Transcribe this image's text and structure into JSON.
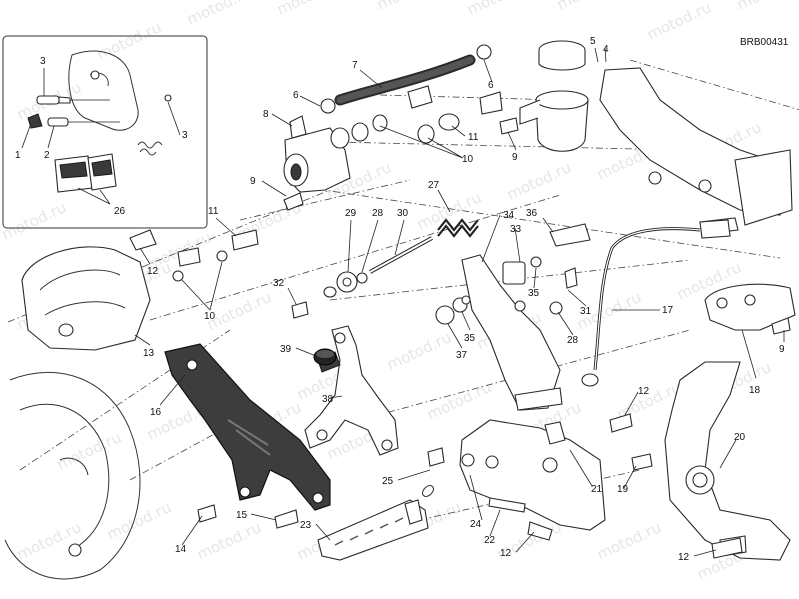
{
  "diagram": {
    "code": "BRB00431",
    "watermark": "motod.ru",
    "callouts": [
      {
        "id": "c-3a",
        "text": "3"
      },
      {
        "id": "c-1",
        "text": "1"
      },
      {
        "id": "c-2",
        "text": "2"
      },
      {
        "id": "c-3b",
        "text": "3"
      },
      {
        "id": "c-26",
        "text": "26"
      },
      {
        "id": "c-7",
        "text": "7"
      },
      {
        "id": "c-5",
        "text": "5"
      },
      {
        "id": "c-4",
        "text": "4"
      },
      {
        "id": "c-6a",
        "text": "6"
      },
      {
        "id": "c-6b",
        "text": "6"
      },
      {
        "id": "c-8",
        "text": "8"
      },
      {
        "id": "c-11a",
        "text": "11"
      },
      {
        "id": "c-9a",
        "text": "9"
      },
      {
        "id": "c-10a",
        "text": "10"
      },
      {
        "id": "c-9b",
        "text": "9"
      },
      {
        "id": "c-27",
        "text": "27"
      },
      {
        "id": "c-11b",
        "text": "11"
      },
      {
        "id": "c-29",
        "text": "29"
      },
      {
        "id": "c-28a",
        "text": "28"
      },
      {
        "id": "c-30",
        "text": "30"
      },
      {
        "id": "c-34",
        "text": "34"
      },
      {
        "id": "c-33",
        "text": "33"
      },
      {
        "id": "c-36",
        "text": "36"
      },
      {
        "id": "c-12a",
        "text": "12"
      },
      {
        "id": "c-10b",
        "text": "10"
      },
      {
        "id": "c-32",
        "text": "32"
      },
      {
        "id": "c-35a",
        "text": "35"
      },
      {
        "id": "c-31",
        "text": "31"
      },
      {
        "id": "c-17",
        "text": "17"
      },
      {
        "id": "c-13",
        "text": "13"
      },
      {
        "id": "c-37",
        "text": "37"
      },
      {
        "id": "c-35b",
        "text": "35"
      },
      {
        "id": "c-28b",
        "text": "28"
      },
      {
        "id": "c-9c",
        "text": "9"
      },
      {
        "id": "c-18",
        "text": "18"
      },
      {
        "id": "c-39",
        "text": "39"
      },
      {
        "id": "c-16",
        "text": "16"
      },
      {
        "id": "c-38",
        "text": "38"
      },
      {
        "id": "c-12b",
        "text": "12"
      },
      {
        "id": "c-20",
        "text": "20"
      },
      {
        "id": "c-25",
        "text": "25"
      },
      {
        "id": "c-21",
        "text": "21"
      },
      {
        "id": "c-19",
        "text": "19"
      },
      {
        "id": "c-15",
        "text": "15"
      },
      {
        "id": "c-14",
        "text": "14"
      },
      {
        "id": "c-23",
        "text": "23"
      },
      {
        "id": "c-24",
        "text": "24"
      },
      {
        "id": "c-22",
        "text": "22"
      },
      {
        "id": "c-12c",
        "text": "12"
      },
      {
        "id": "c-12d",
        "text": "12"
      }
    ]
  }
}
